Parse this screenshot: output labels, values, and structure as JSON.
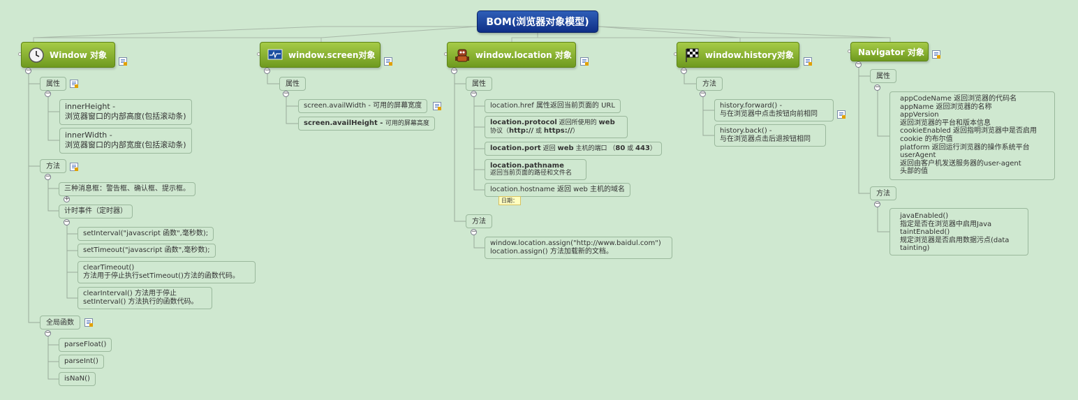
{
  "root": "BOM(浏览器对象模型)",
  "window_branch": {
    "title": "Window 对象",
    "attrs": "属性",
    "innerHeight": [
      "innerHeight -",
      "浏览器窗口的内部高度(包括滚动条)"
    ],
    "innerWidth": [
      "innerWidth -",
      "浏览器窗口的内部宽度(包括滚动条)"
    ],
    "methods": "方法",
    "msgbox": "三种消息框：警告框、确认框、提示框。",
    "timer": "计时事件（定时器）",
    "setInterval": "setInterval(\"javascript 函数\",毫秒数);",
    "setTimeout": "setTimeout(\"javascript 函数\",毫秒数);",
    "clearTimeout": [
      "clearTimeout()",
      "方法用于停止执行setTimeout()方法的函数代码。"
    ],
    "clearInterval": [
      "clearInterval() 方法用于停止",
      "setInterval() 方法执行的函数代码。"
    ],
    "globals": "全局函数",
    "parseFloat": "parseFloat()",
    "parseInt": "parseInt()",
    "isNaN": "isNaN()"
  },
  "screen_branch": {
    "title": "window.screen对象",
    "attrs": "属性",
    "availWidth": "screen.availWidth - 可用的屏幕宽度",
    "availHeight_key": "screen.availHeight - ",
    "availHeight_desc": "可用的屏幕高度"
  },
  "location_branch": {
    "title": "window.location 对象",
    "attrs": "属性",
    "href": "location.href 属性返回当前页面的 URL",
    "protocol_key": "location.protocol",
    "protocol_desc": " 返回所使用的 ",
    "protocol_web": "web",
    "protocol_line2a": "协议（",
    "protocol_http": "http://",
    "protocol_or": " 或 ",
    "protocol_https": "https://",
    "protocol_end": "）",
    "port_key": "location.port",
    "port_desc1": " 返回 ",
    "port_web": "web",
    "port_desc2": " 主机的端口 （",
    "port_80": "80",
    "port_or": " 或 ",
    "port_443": "443",
    "port_end": "）",
    "pathname_key": "location.pathname",
    "pathname_desc": "返回当前页面的路径和文件名",
    "hostname": "location.hostname 返回 web 主机的域名",
    "date_stamp": "日期：",
    "methods": "方法",
    "assign": [
      "window.location.assign(\"http://www.baidul.com\")",
      "location.assign() 方法加载新的文档。"
    ]
  },
  "history_branch": {
    "title": "window.history对象",
    "methods": "方法",
    "forward": [
      "history.forward() -",
      "与在浏览器中点击按钮向前相同"
    ],
    "back": [
      "history.back() -",
      "与在浏览器点击后退按钮相同"
    ]
  },
  "navigator_branch": {
    "title": "Navigator 对象",
    "attrs": "属性",
    "attr_lines": [
      "appCodeName 返回浏览器的代码名",
      "appName 返回浏览器的名称",
      "appVersion",
      "返回浏览器的平台和版本信息",
      "cookieEnabled 返回指明浏览器中是否启用",
      "cookie 的布尔值",
      "platform 返回运行浏览器的操作系统平台",
      "userAgent",
      "返回由客户机发送服务器的user-agent",
      "头部的值"
    ],
    "methods": "方法",
    "method_lines": [
      "javaEnabled()",
      "指定是否在浏览器中启用Java",
      "taintEnabled()",
      "规定浏览器是否启用数据污点(data",
      "tainting)"
    ]
  },
  "icons": [
    "clock-icon",
    "monitor-icon",
    "robot-icon",
    "checkered-flag-icon",
    "note-icon"
  ],
  "colors": {
    "background": "#cfe8d0",
    "root": "#1a3f99",
    "main": "#8cb53a"
  }
}
